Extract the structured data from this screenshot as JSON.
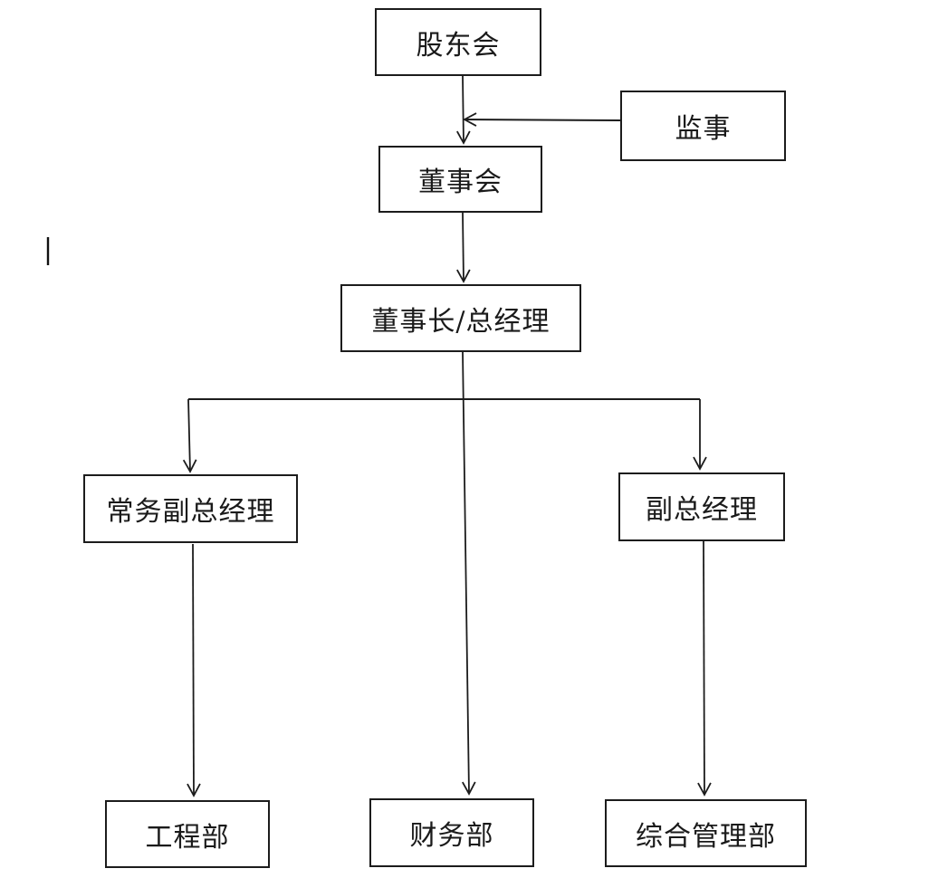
{
  "diagram": {
    "type": "org-chart",
    "nodes": {
      "shareholders": {
        "label": "股东会"
      },
      "supervisor": {
        "label": "监事"
      },
      "board": {
        "label": "董事会"
      },
      "chairman_gm": {
        "label": "董事长/总经理"
      },
      "executive_deputy_gm": {
        "label": "常务副总经理"
      },
      "deputy_gm": {
        "label": "副总经理"
      },
      "engineering": {
        "label": "工程部"
      },
      "finance": {
        "label": "财务部"
      },
      "general_admin": {
        "label": "综合管理部"
      }
    },
    "edges": [
      {
        "from": "shareholders",
        "to": "board",
        "arrow": true
      },
      {
        "from": "supervisor",
        "to": "shareholders_board_connector",
        "arrow": true
      },
      {
        "from": "board",
        "to": "chairman_gm",
        "arrow": true
      },
      {
        "from": "chairman_gm",
        "to": "executive_deputy_gm",
        "arrow": true
      },
      {
        "from": "chairman_gm",
        "to": "finance",
        "arrow": true
      },
      {
        "from": "chairman_gm",
        "to": "deputy_gm",
        "arrow": true
      },
      {
        "from": "executive_deputy_gm",
        "to": "engineering",
        "arrow": true
      },
      {
        "from": "deputy_gm",
        "to": "general_admin",
        "arrow": true
      }
    ],
    "colors": {
      "background": "#ffffff",
      "box_border": "#1c1c1c",
      "line": "#1c1c1c",
      "text": "#1a1a1a"
    }
  }
}
